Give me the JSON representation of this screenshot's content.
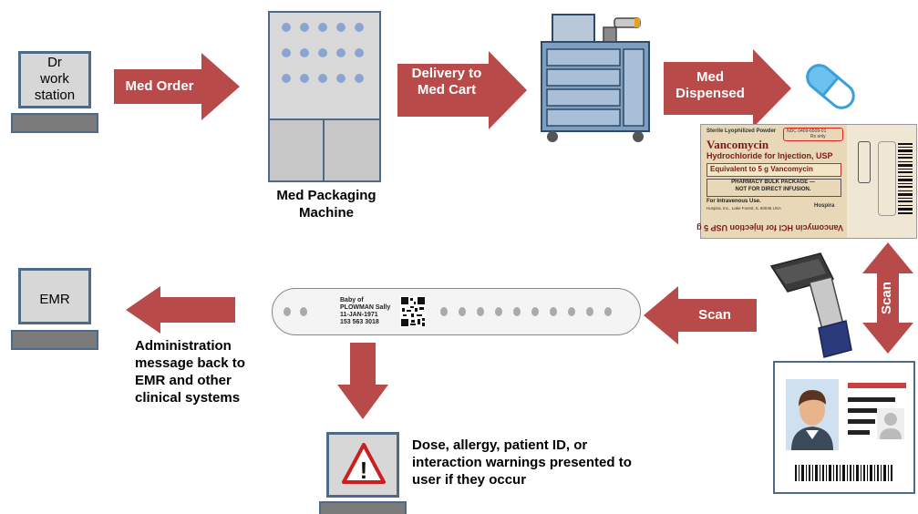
{
  "workstation": {
    "lines": [
      "Dr",
      "work",
      "station"
    ]
  },
  "emr": {
    "label": "EMR"
  },
  "arrows": {
    "med_order": "Med Order",
    "delivery": [
      "Delivery to",
      "Med Cart"
    ],
    "med_dispensed": [
      "Med",
      "Dispensed"
    ],
    "scan_left": "Scan",
    "scan_vertical": "Scan"
  },
  "captions": {
    "packaging_machine": [
      "Med Packaging",
      "Machine"
    ],
    "administration": [
      "Administration",
      "message back to",
      "EMR and other",
      "clinical systems"
    ],
    "warnings": [
      "Dose, allergy, patient ID, or",
      "interaction warnings presented to",
      "user if they occur"
    ]
  },
  "vial_label": {
    "powder": "Sterile Lyophilized Powder",
    "ndc": "NDC 0409-6509-01",
    "rx": "Rx only",
    "name": "Vancomycin",
    "desc": "Hydrochloride for Injection, USP",
    "equivalent": "Equivalent to 5 g Vancomycin",
    "bulk_line1": "PHARMACY BULK PACKAGE —",
    "bulk_line2": "NOT FOR DIRECT INFUSION.",
    "route": "For Intravenous Use.",
    "maker": "Hospira, Inc., Lake Forest, IL 60045 USA",
    "logo": "Hospira",
    "inverted": "Vancomycin HCl for Injection USP 5 g"
  },
  "wristband": {
    "name1": "Baby of",
    "name2": "PLOWMAN Sally",
    "dob": "11-JAN-1971",
    "id": "153 563 3018"
  },
  "warning_symbol": "!",
  "colors": {
    "arrow": "#b84a4a",
    "monitor_border": "#4d6b88",
    "screen": "#d7d7d7",
    "cart": "#7e9ec0"
  }
}
